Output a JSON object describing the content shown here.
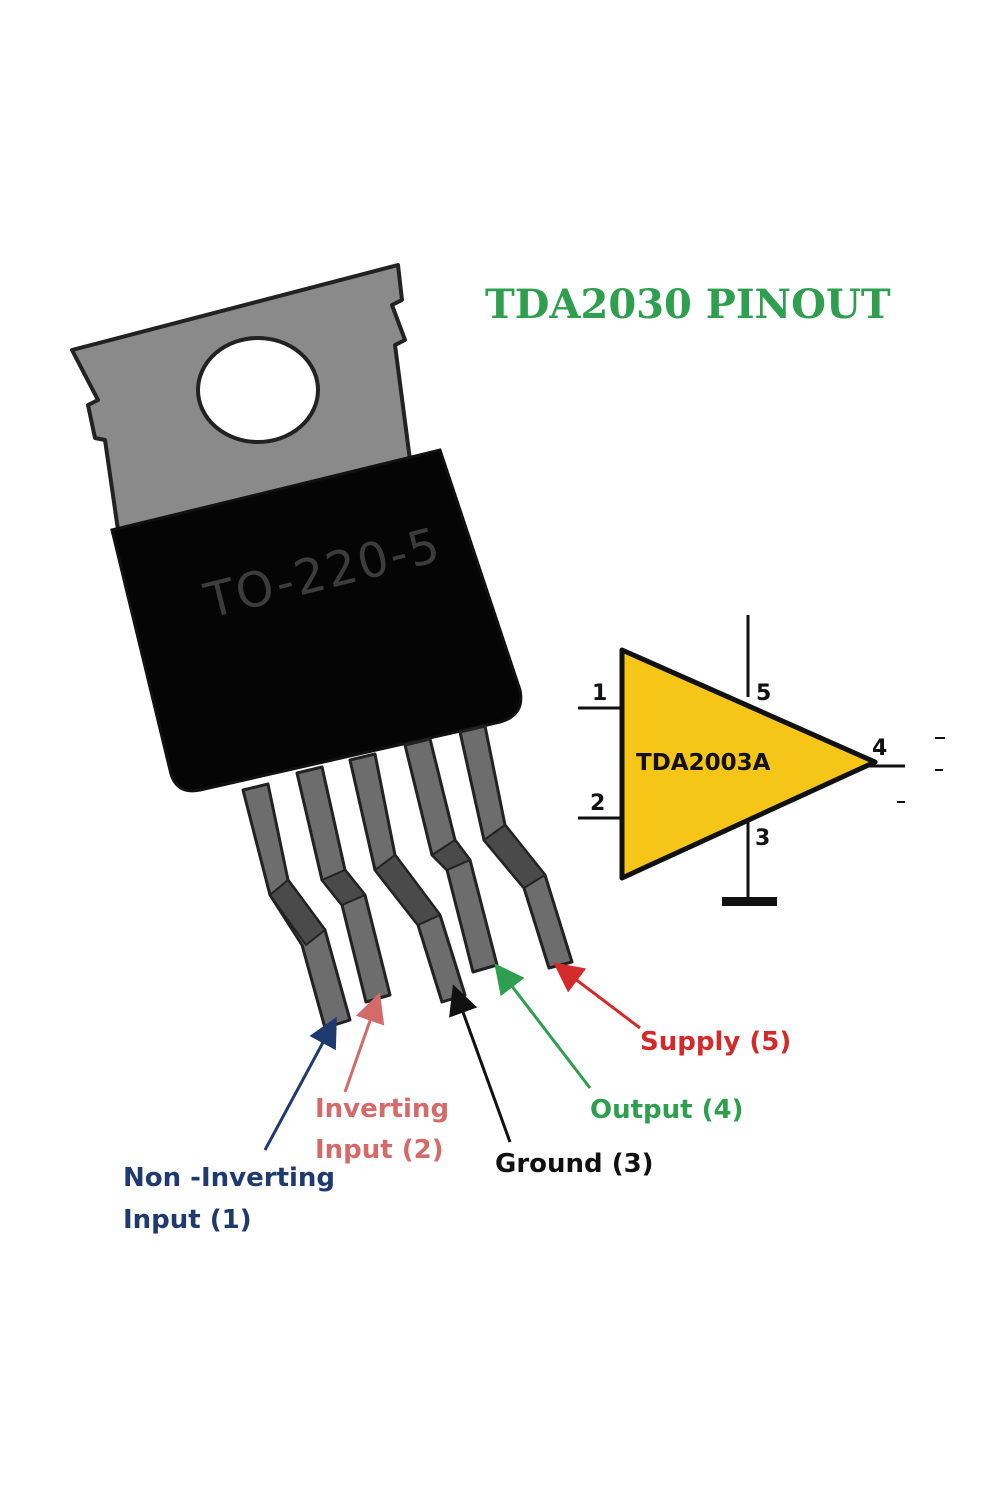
{
  "title": "TDA2030 PINOUT",
  "package": {
    "marking": "TO-220-5"
  },
  "symbol": {
    "chip_label": "TDA2003A",
    "pin_numbers": [
      "1",
      "2",
      "3",
      "4",
      "5"
    ],
    "fill_color": "#f5c518"
  },
  "pins": [
    {
      "line1": "Non -Inverting",
      "line2": "Input (1)",
      "color": "#1f3a6e"
    },
    {
      "line1": "Inverting",
      "line2": "Input (2)",
      "color": "#d46a6a"
    },
    {
      "line1": "Ground (3)",
      "line2": "",
      "color": "#111111"
    },
    {
      "line1": "Output (4)",
      "line2": "",
      "color": "#2e9e4f"
    },
    {
      "line1": "Supply (5)",
      "line2": "",
      "color": "#d42a2a"
    }
  ]
}
